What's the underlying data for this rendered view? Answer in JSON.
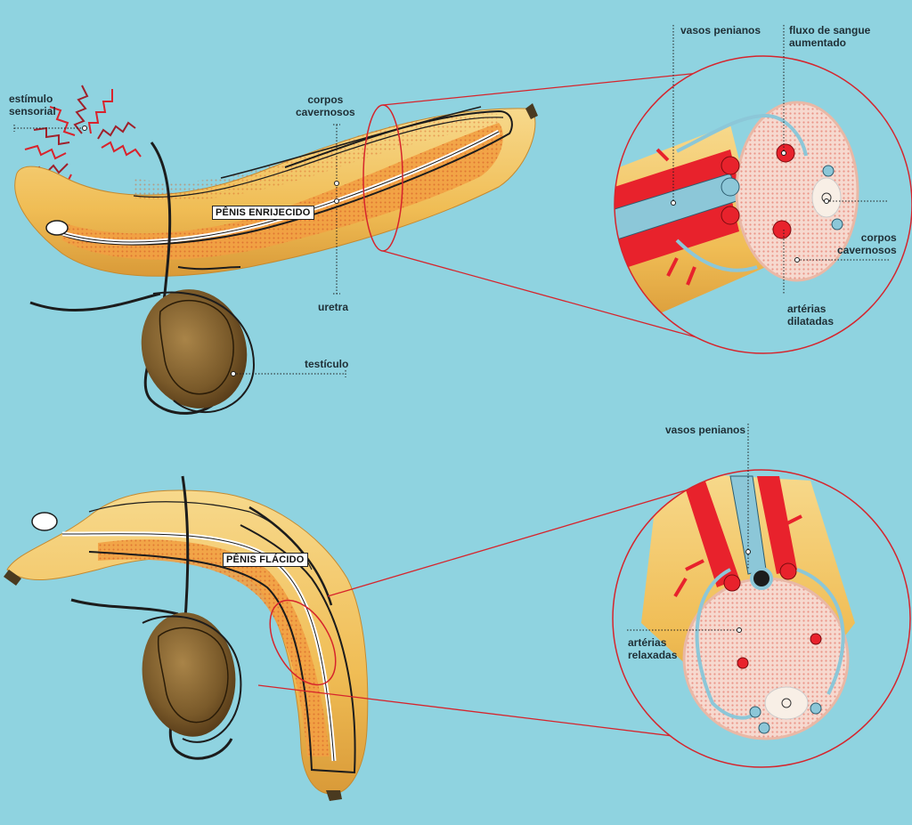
{
  "labels": {
    "estimulo_sensorial": "estímulo\nsensorial",
    "corpos_cavernosos_top": "corpos\ncavernosos",
    "penis_enrijecido": "PÊNIS ENRIJECIDO",
    "uretra": "uretra",
    "testiculo": "testículo",
    "vasos_penianos_top": "vasos penianos",
    "fluxo_sangue": "fluxo de sangue\naumentado",
    "corpos_cavernosos_right": "corpos\ncavernosos",
    "arterias_dilatadas": "artérias\ndilatadas",
    "vasos_penianos_bottom": "vasos penianos",
    "penis_flacido": "PÊNIS FLÁCIDO",
    "arterias_relaxadas": "artérias\nrelaxadas"
  },
  "colors": {
    "background": "#8fd3e0",
    "banana": "#f2c15a",
    "banana_inner": "#f09a3a",
    "artery": "#e8222c",
    "vessel": "#8cc7d8",
    "outline": "#1c1c1c",
    "kiwi": "#7a5a2a",
    "zoom_circle": "#d6242c"
  }
}
